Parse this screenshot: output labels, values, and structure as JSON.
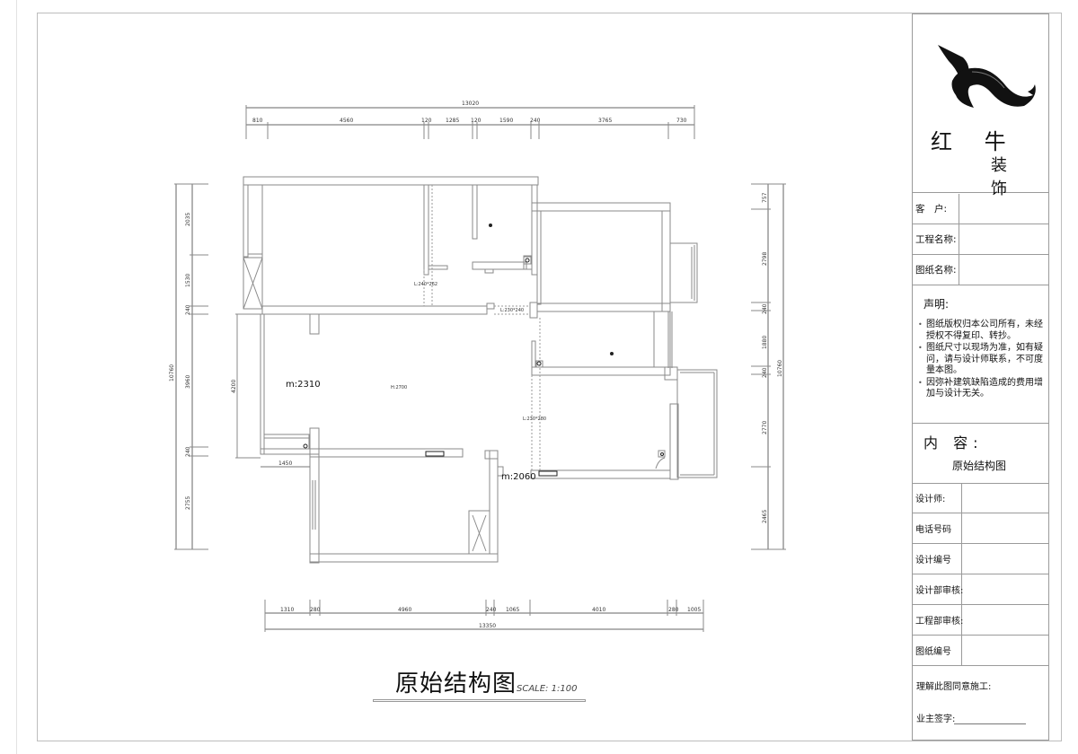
{
  "drawing": {
    "title": "原始结构图",
    "scale": "SCALE: 1:100"
  },
  "dimensions": {
    "top_total": "13020",
    "top_segments": [
      "810",
      "4560",
      "120",
      "1285",
      "120",
      "1590",
      "240",
      "3765",
      "730"
    ],
    "bottom_total": "13350",
    "bottom_segments": [
      "1310",
      "280",
      "4960",
      "240",
      "1065",
      "4010",
      "280",
      "1005"
    ],
    "left_total": "10760",
    "left_segments": [
      "2035",
      "1530",
      "240",
      "3960",
      "240",
      "2755"
    ],
    "left_inner": "4200",
    "right_total": "10760",
    "right_segments": [
      "757",
      "2798",
      "240",
      "1880",
      "240",
      "2770",
      "2465"
    ],
    "balcony_width": "1450"
  },
  "annotations": {
    "room_height_a": "m:2310",
    "room_height_b": "m:2060",
    "ceiling_height": "H:2700",
    "beam_1": "L:240*262",
    "beam_2": "L:230*240",
    "beam_3": "L:230*280"
  },
  "title_block": {
    "company_cn1": "红 牛",
    "company_cn2": "装 饰",
    "rows_top": [
      {
        "label": "客　户:",
        "value": ""
      },
      {
        "label": "工程名称:",
        "value": ""
      },
      {
        "label": "图纸名称:",
        "value": ""
      }
    ],
    "declaration_title": "声明:",
    "declaration_items": [
      "图纸版权归本公司所有，未经授权不得复印、转抄。",
      "图纸尺寸以现场为准，如有疑问，请与设计师联系，不可度量本图。",
      "因弥补建筑缺陷造成的费用增加与设计无关。"
    ],
    "content_title": "内 容:",
    "content_value": "原始结构图",
    "rows_bottom": [
      {
        "label": "设计师:",
        "value": ""
      },
      {
        "label": "电话号码",
        "value": ""
      },
      {
        "label": "设计编号",
        "value": ""
      },
      {
        "label": "设计部审核:",
        "value": ""
      },
      {
        "label": "工程部审核:",
        "value": ""
      },
      {
        "label": "图纸编号",
        "value": ""
      }
    ],
    "approve_text": "理解此图同意施工:",
    "owner_sign_label": "业主签字:"
  },
  "colors": {
    "line": "#8a8a8a",
    "dim_line": "#777777",
    "text": "#111111",
    "frame": "#bdbdbd"
  }
}
